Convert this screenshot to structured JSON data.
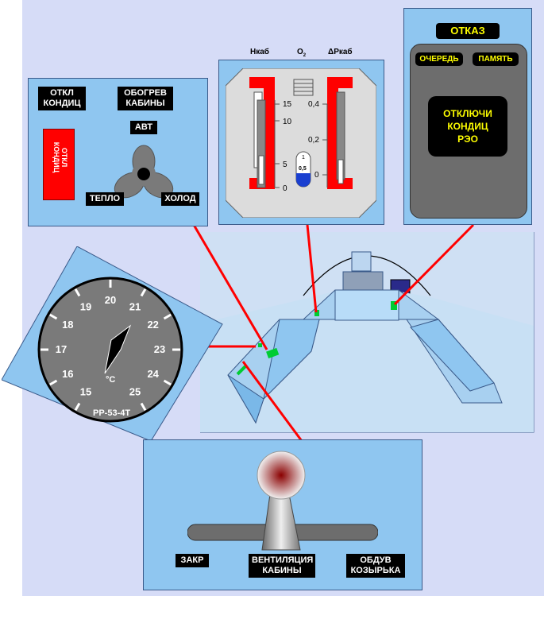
{
  "colors": {
    "background": "#d6dcf7",
    "panel": "#8fc6f0",
    "warning_red": "#ff0000",
    "indicator_green": "#00cc33",
    "label_bg": "#000000",
    "label_text": "#ffffff",
    "warning_text": "#ffff00"
  },
  "ac_panel": {
    "label_off": "ОТКЛ\nКОНДИЦ",
    "label_heating": "ОБОГРЕВ\nКАБИНЫ",
    "label_auto": "АВТ",
    "red_switch_text": "ОТКЛ\nКОНДИЦ",
    "label_warm": "ТЕПЛО",
    "label_cold": "ХОЛОД"
  },
  "gauge_panel": {
    "header_altitude": "Нкаб",
    "header_o2": "O",
    "header_o2_sub": "2",
    "header_pressure": "ΔРкаб",
    "left_scale": [
      "15",
      "10",
      "5",
      "0"
    ],
    "right_scale": [
      "0,4",
      "0,2",
      "0"
    ],
    "o2_top": "1",
    "o2_bottom": "0,5"
  },
  "warning_panel": {
    "title": "ОТКАЗ",
    "btn_queue": "ОЧЕРЕДЬ",
    "btn_memory": "ПАМЯТЬ",
    "message": "ОТКЛЮЧИ\nКОНДИЦ\nРЭО"
  },
  "thermostat": {
    "scale": [
      "15",
      "16",
      "17",
      "18",
      "19",
      "20",
      "21",
      "22",
      "23",
      "24",
      "25"
    ],
    "unit": "°C",
    "model": "РР-53-4Т"
  },
  "vent_panel": {
    "label_closed": "ЗАКР",
    "label_vent": "ВЕНТИЛЯЦИЯ\nКАБИНЫ",
    "label_visor": "ОБДУВ\nКОЗЫРЬКА"
  }
}
